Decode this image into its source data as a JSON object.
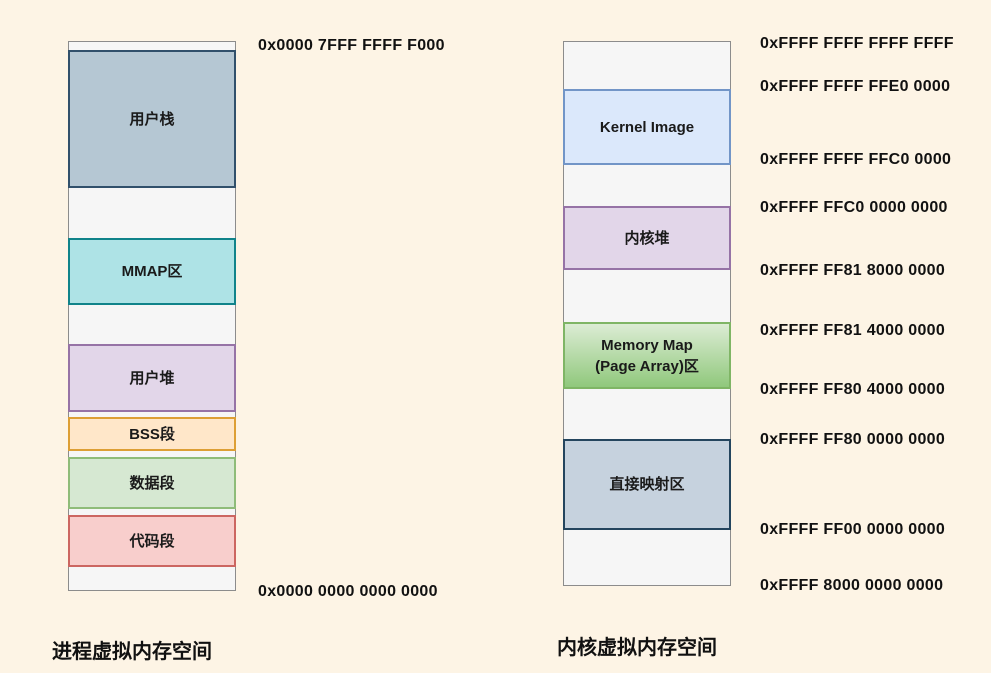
{
  "background_color": "#fdf4e5",
  "left_diagram": {
    "caption": "进程虚拟内存空间",
    "top_address": "0x0000 7FFF FFFF F000",
    "bottom_address": "0x0000 0000 0000 0000",
    "segments": [
      {
        "label": "用户栈",
        "fill": "#b5c7d3",
        "border": "#31506b"
      },
      {
        "label": "MMAP区",
        "fill": "#aee3e6",
        "border": "#10838a"
      },
      {
        "label": "用户堆",
        "fill": "#e2d6e9",
        "border": "#9673a6"
      },
      {
        "label": "BSS段",
        "fill": "#ffe7c9",
        "border": "#dd9f35"
      },
      {
        "label": "数据段",
        "fill": "#d6e8d2",
        "border": "#8fbc79"
      },
      {
        "label": "代码段",
        "fill": "#f8cecc",
        "border": "#cc6661"
      }
    ]
  },
  "right_diagram": {
    "caption": "内核虚拟内存空间",
    "segments": [
      {
        "label": "Kernel Image",
        "fill": "#dbe8fb",
        "border": "#7295c7"
      },
      {
        "label": "内核堆",
        "fill": "#e2d6e9",
        "border": "#9673a6"
      },
      {
        "label_line1": "Memory Map",
        "label_line2": "(Page Array)区",
        "fill_top": "#dcecd4",
        "fill_bottom": "#90c87c",
        "border": "#7fb565"
      },
      {
        "label": "直接映射区",
        "fill": "#c6d2de",
        "border": "#24455e"
      }
    ],
    "addresses": [
      "0xFFFF FFFF FFFF FFFF",
      "0xFFFF FFFF FFE0 0000",
      "0xFFFF FFFF FFC0 0000",
      "0xFFFF FFC0 0000 0000",
      "0xFFFF FF81 8000 0000",
      "0xFFFF FF81 4000 0000",
      "0xFFFF FF80 4000 0000",
      "0xFFFF FF80 0000 0000",
      "0xFFFF FF00 0000 0000",
      "0xFFFF 8000 0000 0000"
    ]
  }
}
